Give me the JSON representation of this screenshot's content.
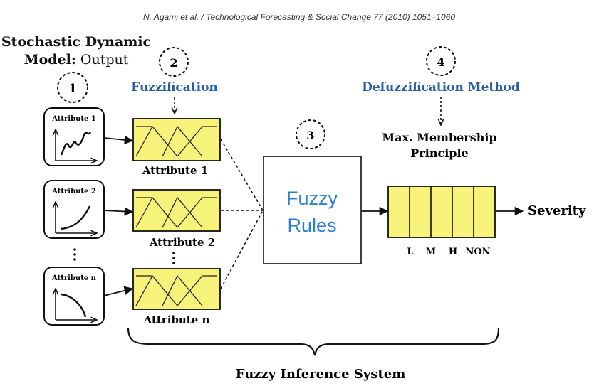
{
  "header": {
    "citation": "N. Agami et al. / Technological Forecasting & Social Change 77 (2010) 1051–1060"
  },
  "model": {
    "title_bold": "Stochastic Dynamic",
    "title_line2_bold": "Model:",
    "title_line2_rest": " Output"
  },
  "steps": {
    "s1": "1",
    "s2": "2",
    "s3": "3",
    "s4": "4"
  },
  "fuzzification": {
    "label": "Fuzzification"
  },
  "defuzzification": {
    "label": "Defuzzification Method",
    "principle_line1": "Max. Membership",
    "principle_line2": "Principle"
  },
  "attributes": {
    "a1": {
      "box_label": "Attribute 1",
      "caption": "Attribute 1"
    },
    "a2": {
      "box_label": "Attribute 2",
      "caption": "Attribute 2"
    },
    "an": {
      "box_label": "Attribute n",
      "caption": "Attribute n"
    }
  },
  "rules": {
    "line1": "Fuzzy",
    "line2": "Rules"
  },
  "output": {
    "label": "Severity",
    "classes": [
      "L",
      "M",
      "H",
      "NON"
    ]
  },
  "system": {
    "label": "Fuzzy Inference System"
  },
  "colors": {
    "fuzzy_box": "#f7f27a",
    "accent_blue": "#2a5fa8",
    "rules_text": "#2a7fd4"
  }
}
